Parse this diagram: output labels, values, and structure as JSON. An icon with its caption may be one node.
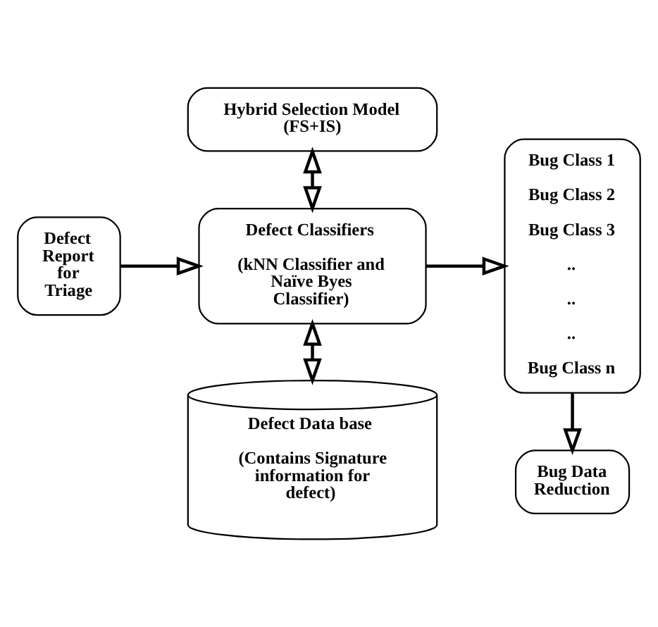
{
  "diagram": {
    "nodes": [
      {
        "text": [
          "Hybrid Selection Model (FS+IS)"
        ]
      },
      {
        "text": [
          "Defect Classifiers",
          "(kNN Classifier and Naïve Byes Classifier)"
        ]
      },
      {
        "text": [
          "Defect Report for Triage"
        ]
      },
      {
        "text": [
          "Bug Class 1",
          "Bug Class 2",
          "Bug Class 3",
          "..",
          "..",
          "..",
          "Bug Class n"
        ]
      },
      {
        "text": [
          "Defect Data base",
          "(Contains Signature information for defect)"
        ]
      },
      {
        "text": [
          "Bug Data Reduction"
        ]
      }
    ],
    "edges": [
      {
        "from": 0,
        "to": 1,
        "arrow": "both"
      },
      {
        "from": 2,
        "to": 1,
        "arrow": "to"
      },
      {
        "from": 1,
        "to": 3,
        "arrow": "to"
      },
      {
        "from": 1,
        "to": 4,
        "arrow": "both"
      },
      {
        "from": 3,
        "to": 5,
        "arrow": "to"
      }
    ]
  }
}
